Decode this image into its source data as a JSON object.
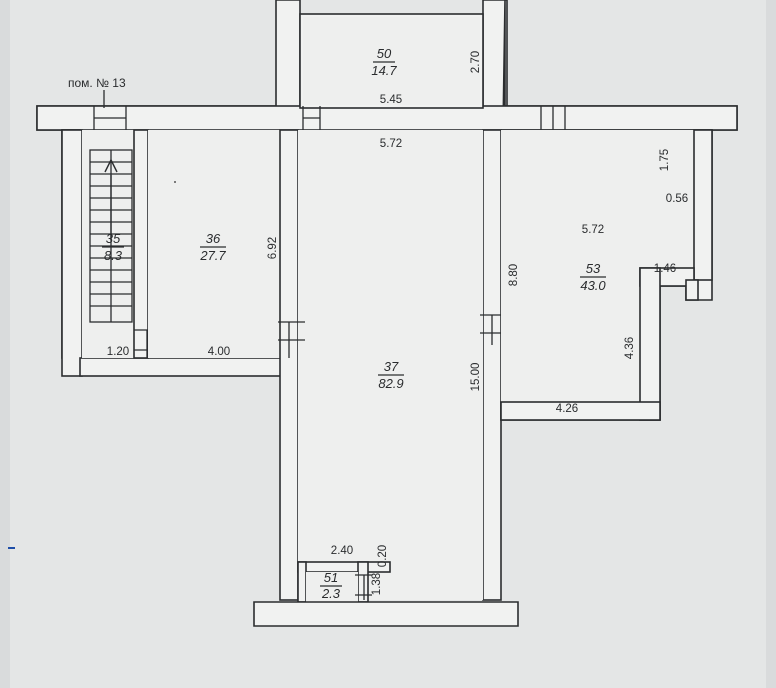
{
  "plan_label": "пом. № 13",
  "rooms": [
    {
      "id": "room-50",
      "number": "50",
      "area": "14.7"
    },
    {
      "id": "room-35",
      "number": "35",
      "area": "8.3"
    },
    {
      "id": "room-36",
      "number": "36",
      "area": "27.7"
    },
    {
      "id": "room-37",
      "number": "37",
      "area": "82.9"
    },
    {
      "id": "room-53",
      "number": "53",
      "area": "43.0"
    },
    {
      "id": "room-51",
      "number": "51",
      "area": "2.3"
    }
  ],
  "dimensions": {
    "d_545": "5.45",
    "d_270": "2.70",
    "d_572_top": "5.72",
    "d_175": "1.75",
    "d_056": "0.56",
    "d_572_right": "5.72",
    "d_692": "6.92",
    "d_880": "8.80",
    "d_146": "1.46",
    "d_120": "1.20",
    "d_400": "4.00",
    "d_436": "4.36",
    "d_1500": "15.00",
    "d_426": "4.26",
    "d_240": "2.40",
    "d_020": "0.20",
    "d_138": "1.38"
  }
}
